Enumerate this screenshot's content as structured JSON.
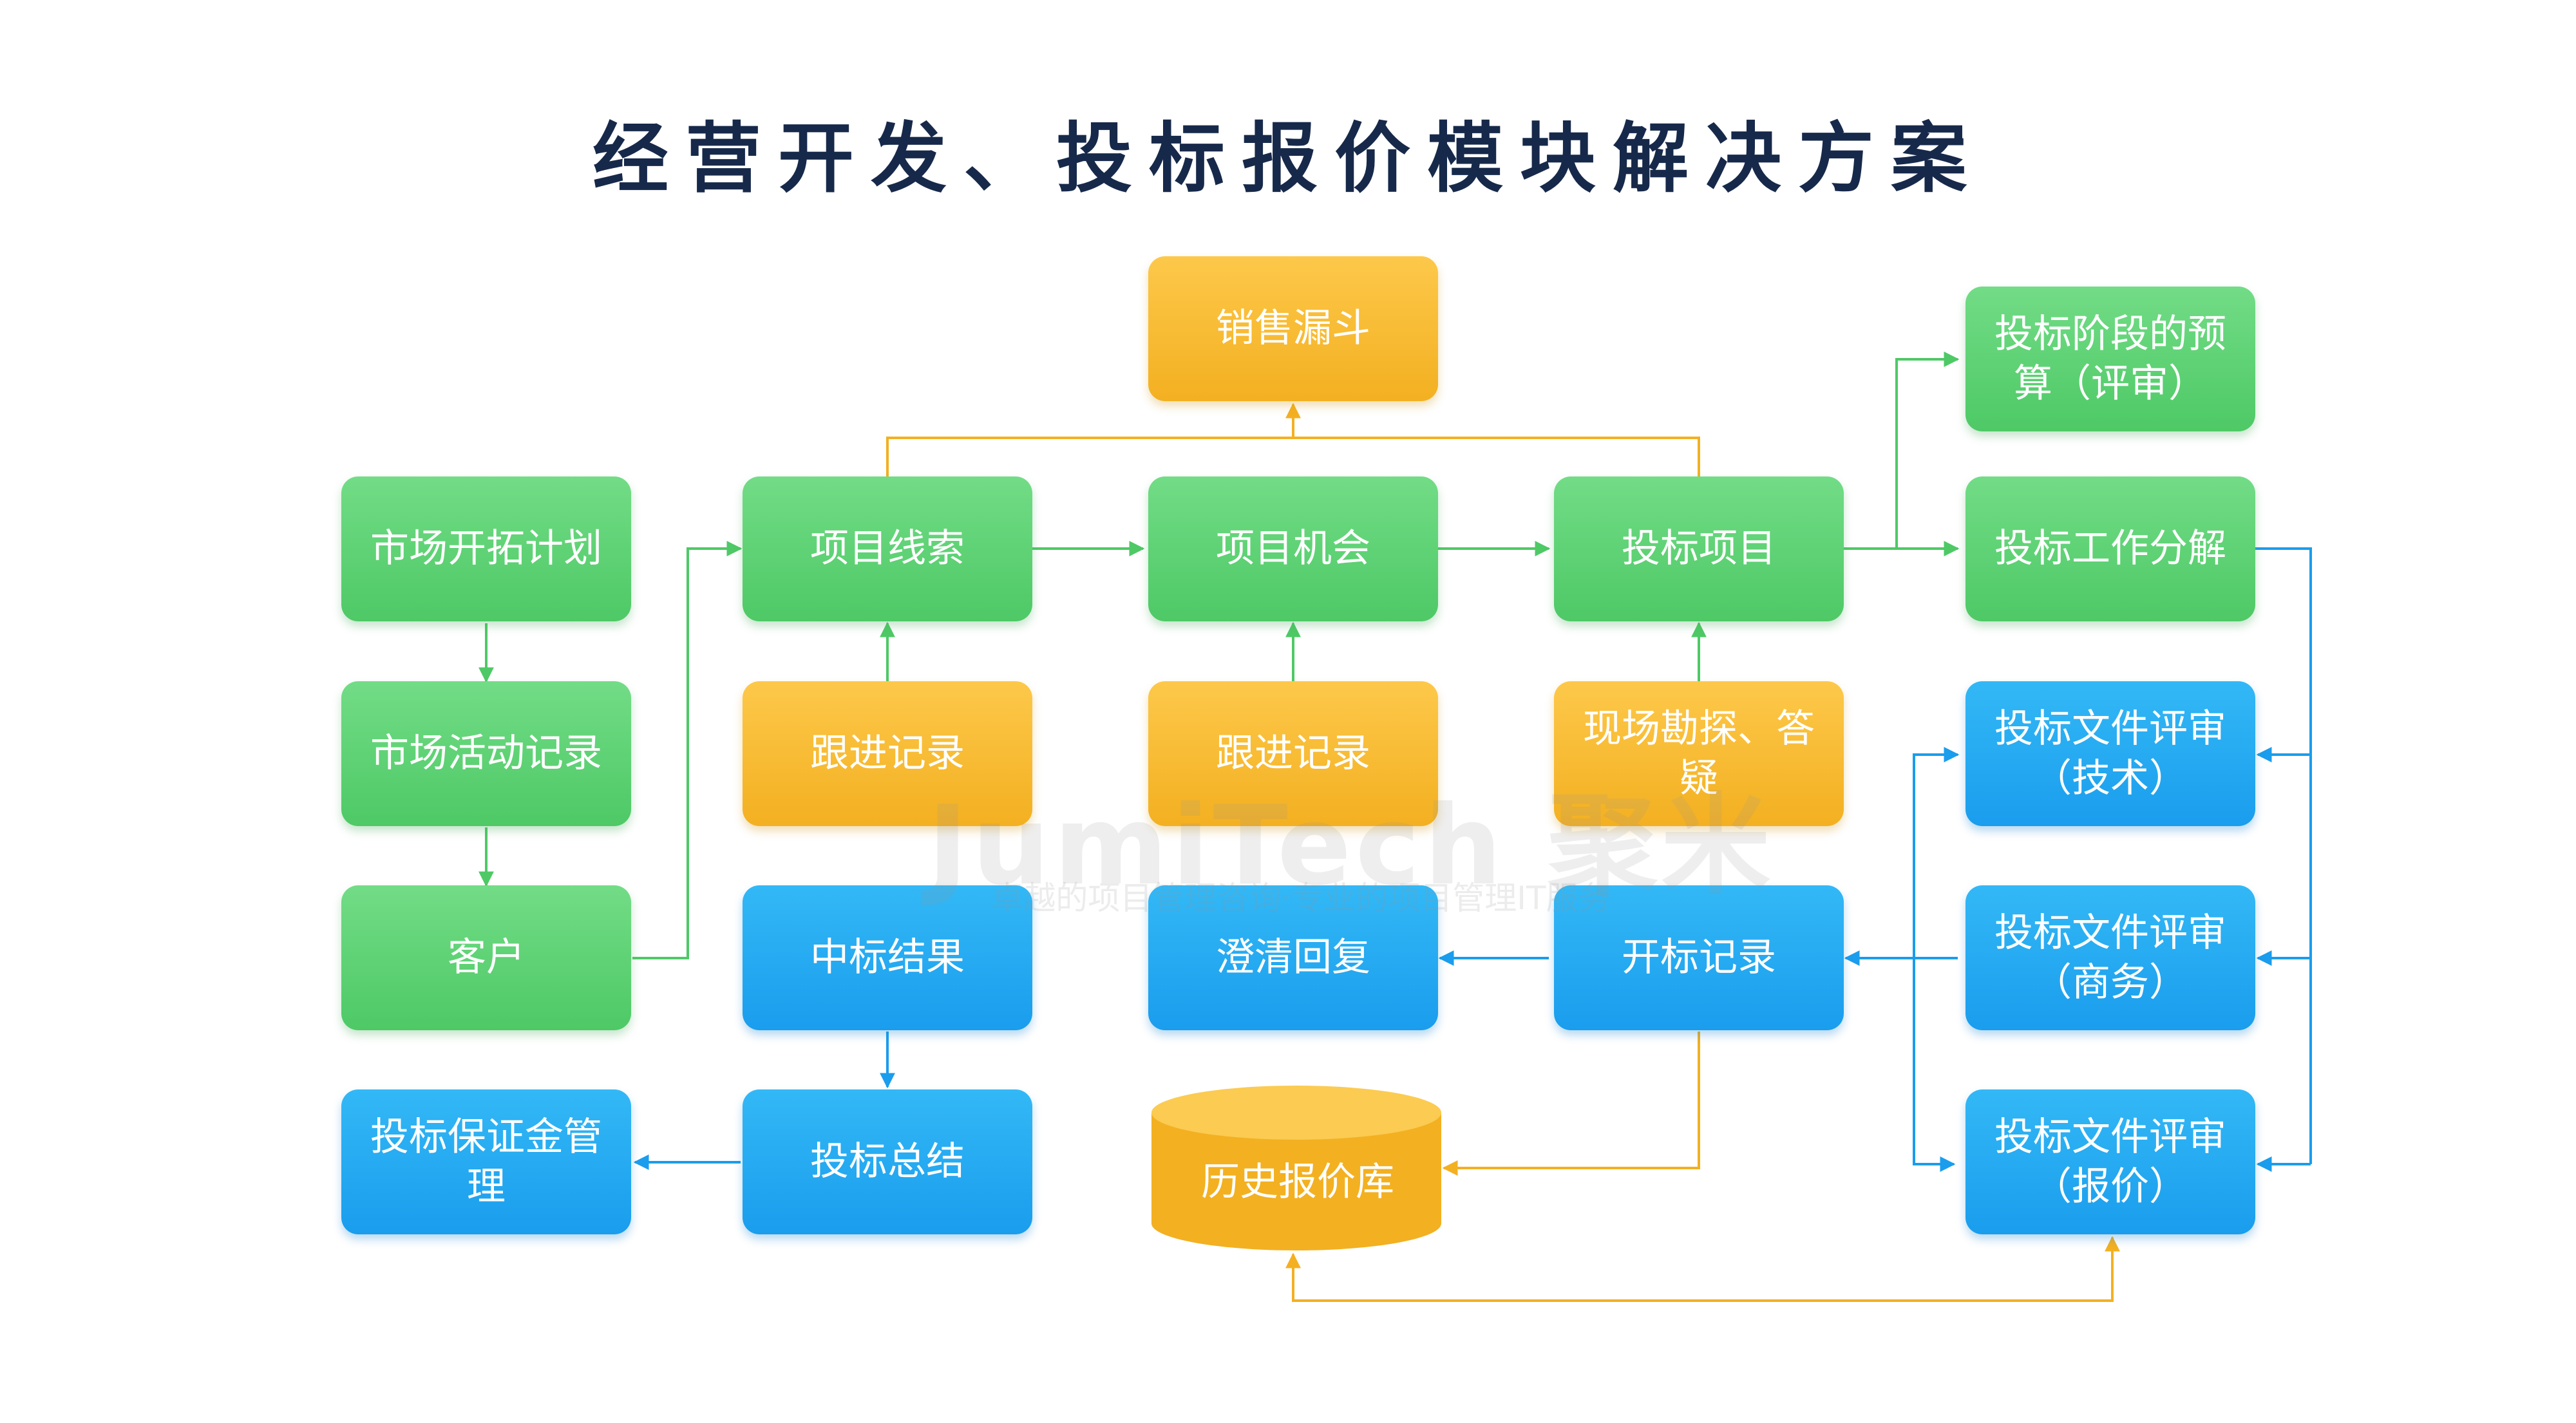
{
  "title": "经营开发、投标报价模块解决方案",
  "watermark": {
    "brand": "JumiTech 聚米",
    "tagline": "卓越的项目管理咨询·专业的项目管理IT服务"
  },
  "colors": {
    "green": "#4ec966",
    "yellow": "#f3b021",
    "blue": "#1a9ded",
    "title": "#17294a"
  },
  "nodes": {
    "market_plan": "市场开拓计划",
    "market_activity": "市场活动记录",
    "customer": "客户",
    "bid_bond": "投标保证金管理",
    "project_lead": "项目线索",
    "follow_up_1": "跟进记录",
    "win_result": "中标结果",
    "bid_summary": "投标总结",
    "sales_funnel": "销售漏斗",
    "project_opportunity": "项目机会",
    "follow_up_2": "跟进记录",
    "clarification": "澄清回复",
    "history_quotes": "历史报价库",
    "bid_project": "投标项目",
    "site_survey": "现场勘探、答疑",
    "bid_opening": "开标记录",
    "budget_review": "投标阶段的预算（评审）",
    "work_breakdown": "投标工作分解",
    "review_tech": "投标文件评审（技术）",
    "review_business": "投标文件评审（商务）",
    "review_price": "投标文件评审（报价）"
  }
}
